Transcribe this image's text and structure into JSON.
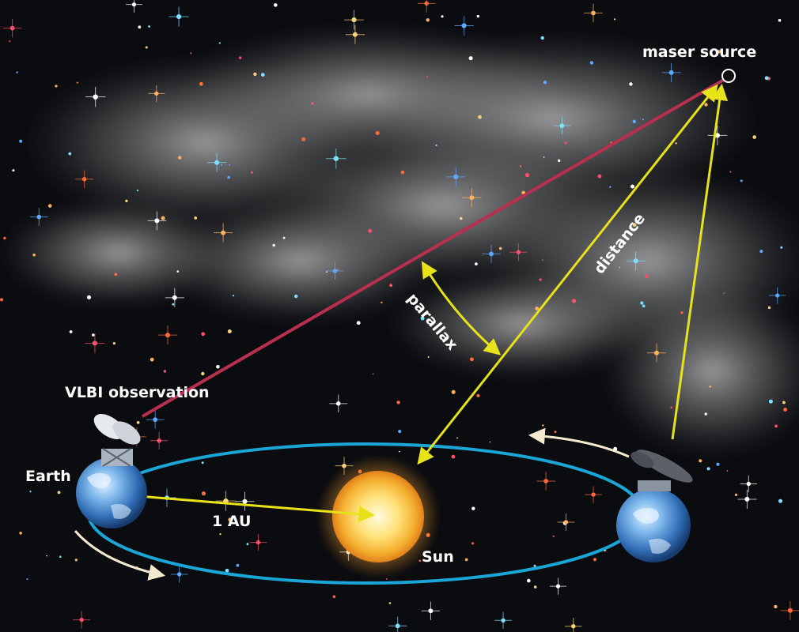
{
  "labels": {
    "maser_source": "maser source",
    "distance": "distance",
    "parallax": "parallax",
    "vlbi_observation": "VLBI observation",
    "earth": "Earth",
    "au": "1 AU",
    "sun": "Sun"
  },
  "colors": {
    "background": "#0b0c10",
    "orbit": "#1aa6d6",
    "yellow_line": "#e8e21a",
    "red_line": "#b8304e",
    "sun_core": "#fff3b0",
    "sun_edge": "#f0a020",
    "earth_blue": "#3d7fc9",
    "label": "#ffffff"
  },
  "icons": {
    "earth_left": "earth-globe-icon",
    "earth_right": "earth-globe-icon",
    "antenna_left": "radio-telescope-icon",
    "antenna_right": "radio-telescope-icon",
    "sun": "sun-icon",
    "maser": "maser-source-circle-icon"
  }
}
